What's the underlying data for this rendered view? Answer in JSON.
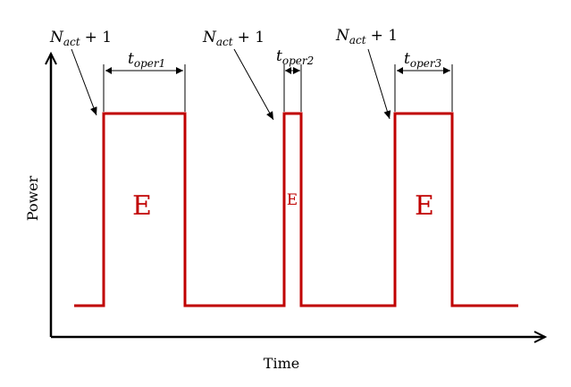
{
  "axes": {
    "x_label": "Time",
    "y_label": "Power"
  },
  "colors": {
    "signal": "#c00000",
    "ink": "#000000"
  },
  "annotations": {
    "activation_1": {
      "base": "N",
      "sub": "act",
      "suffix": "+ 1"
    },
    "activation_2": {
      "base": "N",
      "sub": "act",
      "suffix": "+ 1"
    },
    "activation_3": {
      "base": "N",
      "sub": "act",
      "suffix": "+ 1"
    },
    "duration_1": {
      "base": "t",
      "sub": "oper1"
    },
    "duration_2": {
      "base": "t",
      "sub": "oper2"
    },
    "duration_3": {
      "base": "t",
      "sub": "oper3"
    }
  },
  "pulses": [
    {
      "label": "E"
    },
    {
      "label": "E"
    },
    {
      "label": "E"
    }
  ]
}
